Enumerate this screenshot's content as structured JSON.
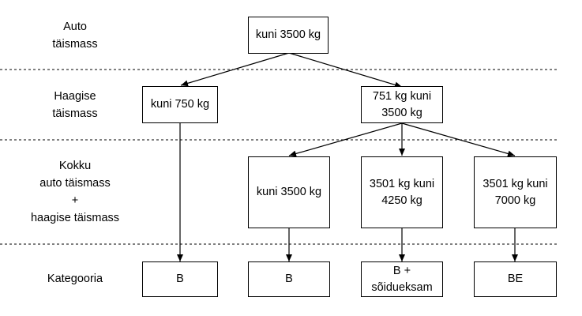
{
  "row_labels": {
    "auto": "Auto\ntäismass",
    "haagis": "Haagise\ntäismass",
    "kokku": "Kokku\nauto täismass\n+\nhaagise täismass",
    "kategooria": "Kategooria"
  },
  "nodes": {
    "auto_max": "kuni 3500 kg",
    "haagis_small": "kuni 750 kg",
    "haagis_large": "751 kg kuni\n3500 kg",
    "total_3500": "kuni 3500 kg",
    "total_4250": "3501 kg kuni\n4250 kg",
    "total_7000": "3501 kg kuni\n7000 kg",
    "cat_b_1": "B",
    "cat_b_2": "B",
    "cat_b_exam": "B +\nsõidueksam",
    "cat_be": "BE"
  }
}
